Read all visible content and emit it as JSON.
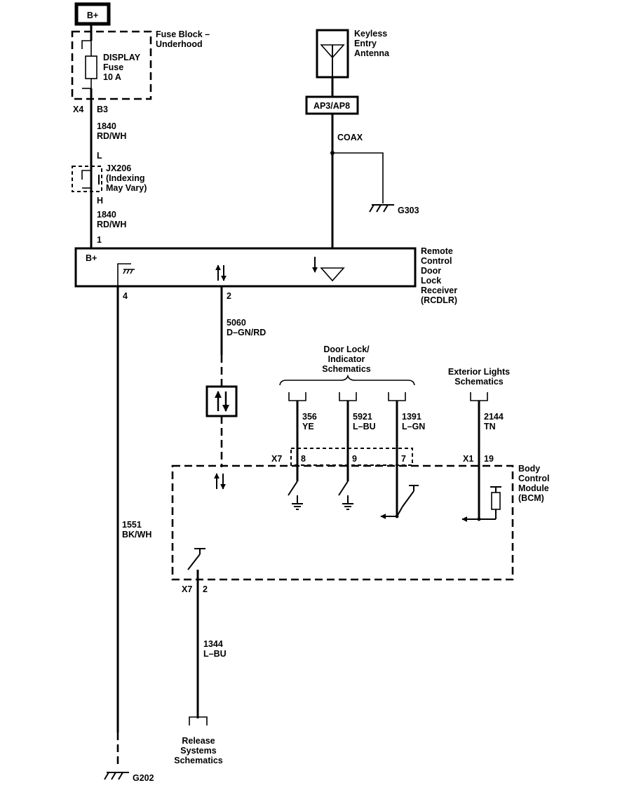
{
  "power": {
    "label": "B+"
  },
  "fuse_block": {
    "title_line1": "Fuse Block –",
    "title_line2": "Underhood",
    "fuse_line1": "DISPLAY",
    "fuse_line2": "Fuse",
    "fuse_line3": "10 A",
    "connector": "X4",
    "pin": "B3"
  },
  "wire_1840_upper": {
    "circuit": "1840",
    "color": "RD/WH"
  },
  "jx206": {
    "pin_top": "L",
    "pin_bottom": "H",
    "line1": "JX206",
    "line2": "(Indexing",
    "line3": "May Vary)"
  },
  "wire_1840_lower": {
    "circuit": "1840",
    "color": "RD/WH"
  },
  "antenna": {
    "line1": "Keyless",
    "line2": "Entry",
    "line3": "Antenna"
  },
  "ap_connector": {
    "label": "AP3/AP8"
  },
  "coax": {
    "label": "COAX"
  },
  "ground_g303": {
    "label": "G303"
  },
  "rcdlr": {
    "pin_bplus": "1",
    "bplus_label": "B+",
    "pin_ground": "4",
    "pin_data": "2",
    "line1": "Remote",
    "line2": "Control",
    "line3": "Door",
    "line4": "Lock",
    "line5": "Receiver",
    "line6": "(RCDLR)"
  },
  "wire_5060": {
    "circuit": "5060",
    "color": "D–GN/RD"
  },
  "wire_1551": {
    "circuit": "1551",
    "color": "BK/WH"
  },
  "ground_g202": {
    "label": "G202"
  },
  "door_lock_ref": {
    "line1": "Door Lock/",
    "line2": "Indicator",
    "line3": "Schematics"
  },
  "exterior_lights_ref": {
    "line1": "Exterior Lights",
    "line2": "Schematics"
  },
  "wire_356": {
    "circuit": "356",
    "color": "YE",
    "pin": "8"
  },
  "wire_5921": {
    "circuit": "5921",
    "color": "L–BU",
    "pin": "9"
  },
  "wire_1391": {
    "circuit": "1391",
    "color": "L–GN",
    "pin": "7"
  },
  "wire_2144": {
    "circuit": "2144",
    "color": "TN",
    "pin": "19"
  },
  "bcm_connectors": {
    "x7_top": "X7",
    "x1": "X1",
    "x7_bottom": "X7",
    "bottom_pin": "2"
  },
  "bcm": {
    "line1": "Body",
    "line2": "Control",
    "line3": "Module",
    "line4": "(BCM)"
  },
  "wire_1344": {
    "circuit": "1344",
    "color": "L–BU"
  },
  "release_ref": {
    "line1": "Release",
    "line2": "Systems",
    "line3": "Schematics"
  }
}
